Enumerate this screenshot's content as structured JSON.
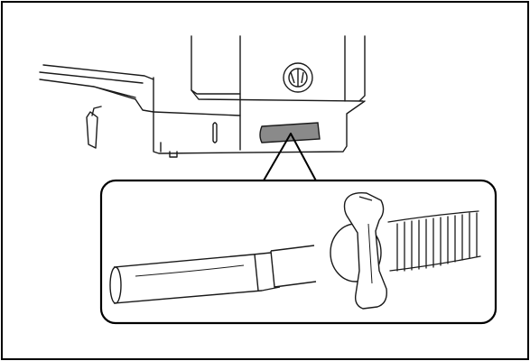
{
  "diagram": {
    "colors": {
      "frame": "#000000",
      "line": "#1a1a1a",
      "highlight": "#8a8a8a",
      "background": "#ffffff"
    },
    "parts": [
      {
        "id": "appliance-body",
        "icon": "dehumidifier-base-icon"
      },
      {
        "id": "drain-outlet",
        "icon": "drain-port-icon"
      },
      {
        "id": "knob",
        "icon": "knob-icon"
      },
      {
        "id": "callout",
        "icon": "magnified-detail-icon"
      },
      {
        "id": "hose",
        "icon": "drain-hose-icon"
      }
    ]
  }
}
